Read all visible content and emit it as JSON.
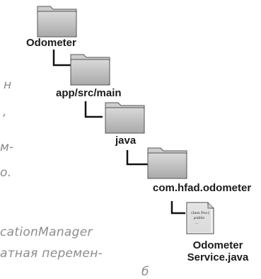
{
  "tree": {
    "nodes": [
      {
        "label": "Odometer"
      },
      {
        "label": "app/src/main"
      },
      {
        "label": "java"
      },
      {
        "label": "com.hfad.odometer"
      },
      {
        "label_line1": "Odometer",
        "label_line2": "Service.java",
        "file_text": "class Foo{ public ... }"
      }
    ]
  },
  "handwritten": {
    "line1": "н",
    "line2": ",",
    "line3": "м-",
    "line4": "о.",
    "line5": "cationManager",
    "line6": "атная перемен-",
    "line7": "б"
  }
}
